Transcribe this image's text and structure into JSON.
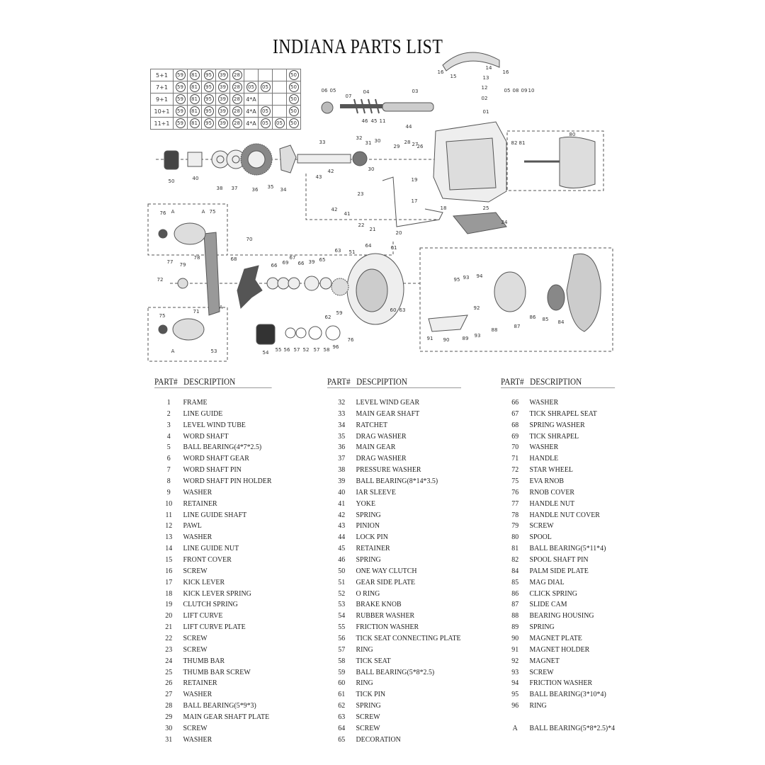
{
  "title": "INDIANA PARTS LIST",
  "combo_table": [
    {
      "label": "5+1",
      "cells": [
        "59",
        "81",
        "95",
        "39",
        "28",
        "",
        "",
        "",
        "50"
      ]
    },
    {
      "label": "7+1",
      "cells": [
        "59",
        "81",
        "95",
        "39",
        "28",
        "05",
        "05",
        "",
        "50"
      ]
    },
    {
      "label": "9+1",
      "cells": [
        "59",
        "81",
        "95",
        "39",
        "28",
        "4*A",
        "",
        "",
        "50"
      ]
    },
    {
      "label": "10+1",
      "cells": [
        "59",
        "81",
        "95",
        "39",
        "28",
        "4*A",
        "05",
        "",
        "50"
      ]
    },
    {
      "label": "11+1",
      "cells": [
        "59",
        "81",
        "95",
        "39",
        "28",
        "4*A",
        "05",
        "05",
        "50"
      ]
    }
  ],
  "callouts": [
    "16",
    "15",
    "14",
    "13",
    "16",
    "12",
    "02",
    "01",
    "05",
    "08",
    "09",
    "10",
    "06",
    "05",
    "07",
    "04",
    "03",
    "46",
    "45",
    "11",
    "44",
    "32",
    "31",
    "30",
    "29",
    "28",
    "27",
    "26",
    "80",
    "82",
    "81",
    "33",
    "42",
    "30",
    "19",
    "50",
    "40",
    "38",
    "37",
    "36",
    "35",
    "34",
    "43",
    "42",
    "41",
    "23",
    "22",
    "21",
    "20",
    "17",
    "18",
    "25",
    "24",
    "76",
    "A",
    "A",
    "75",
    "78",
    "77",
    "79",
    "72",
    "70",
    "68",
    "66",
    "69",
    "67",
    "66",
    "39",
    "65",
    "63",
    "51",
    "64",
    "61",
    "62",
    "59",
    "60",
    "63",
    "76",
    "75",
    "71",
    "A",
    "A",
    "53",
    "54",
    "55",
    "56",
    "57",
    "52",
    "57",
    "58",
    "96",
    "95",
    "93",
    "94",
    "92",
    "91",
    "90",
    "89",
    "93",
    "88",
    "87",
    "86",
    "85",
    "84"
  ],
  "parts_list": {
    "headers": [
      {
        "part": "PART#",
        "desc": "DESCRIPTION"
      },
      {
        "part": "PART#",
        "desc": "DESCPIPTION"
      },
      {
        "part": "PART#",
        "desc": "DESCRIPTION"
      }
    ],
    "columns": [
      [
        [
          "1",
          "FRAME"
        ],
        [
          "2",
          "LINE GUIDE"
        ],
        [
          "3",
          "LEVEL WIND TUBE"
        ],
        [
          "4",
          "WORD SHAFT"
        ],
        [
          "5",
          "BALL BEARING(4*7*2.5)"
        ],
        [
          "6",
          "WORD SHAFT GEAR"
        ],
        [
          "7",
          "WORD SHAFT PIN"
        ],
        [
          "8",
          "WORD SHAFT PIN HOLDER"
        ],
        [
          "9",
          "WASHER"
        ],
        [
          "10",
          "RETAINER"
        ],
        [
          "11",
          "LINE GUIDE SHAFT"
        ],
        [
          "12",
          "PAWL"
        ],
        [
          "13",
          "WASHER"
        ],
        [
          "14",
          "LINE GUIDE NUT"
        ],
        [
          "15",
          "FRONT COVER"
        ],
        [
          "16",
          "SCREW"
        ],
        [
          "17",
          "KICK LEVER"
        ],
        [
          "18",
          "KICK LEVER SPRING"
        ],
        [
          "19",
          "CLUTCH SPRING"
        ],
        [
          "20",
          "LIFT CURVE"
        ],
        [
          "21",
          "LIFT CURVE PLATE"
        ],
        [
          "22",
          "SCREW"
        ],
        [
          "23",
          "SCREW"
        ],
        [
          "24",
          "THUMB BAR"
        ],
        [
          "25",
          "THUMB BAR SCREW"
        ],
        [
          "26",
          "RETAINER"
        ],
        [
          "27",
          "WASHER"
        ],
        [
          "28",
          "BALL BEARING(5*9*3)"
        ],
        [
          "29",
          "MAIN GEAR SHAFT PLATE"
        ],
        [
          "30",
          "SCREW"
        ],
        [
          "31",
          "WASHER"
        ]
      ],
      [
        [
          "32",
          "LEVEL WIND GEAR"
        ],
        [
          "33",
          "MAIN GEAR SHAFT"
        ],
        [
          "34",
          "RATCHET"
        ],
        [
          "35",
          "DRAG WASHER"
        ],
        [
          "36",
          "MAIN GEAR"
        ],
        [
          "37",
          "DRAG WASHER"
        ],
        [
          "38",
          "PRESSURE WASHER"
        ],
        [
          "39",
          "BALL BEARING(8*14*3.5)"
        ],
        [
          "40",
          "IAR SLEEVE"
        ],
        [
          "41",
          "YOKE"
        ],
        [
          "42",
          "SPRING"
        ],
        [
          "43",
          "PINION"
        ],
        [
          "44",
          "LOCK PIN"
        ],
        [
          "45",
          "RETAINER"
        ],
        [
          "46",
          "SPRING"
        ],
        [
          "50",
          "ONE WAY CLUTCH"
        ],
        [
          "51",
          "GEAR SIDE PLATE"
        ],
        [
          "52",
          "O  RING"
        ],
        [
          "53",
          "BRAKE KNOB"
        ],
        [
          "54",
          "RUBBER WASHER"
        ],
        [
          "55",
          "FRICTION WASHER"
        ],
        [
          "56",
          "TICK SEAT CONNECTING PLATE"
        ],
        [
          "57",
          "RING"
        ],
        [
          "58",
          "TICK SEAT"
        ],
        [
          "59",
          "BALL BEARING(5*8*2.5)"
        ],
        [
          "60",
          "RING"
        ],
        [
          "61",
          "TICK PIN"
        ],
        [
          "62",
          "SPRING"
        ],
        [
          "63",
          "SCREW"
        ],
        [
          "64",
          "SCREW"
        ],
        [
          "65",
          "DECORATION"
        ]
      ],
      [
        [
          "66",
          "WASHER"
        ],
        [
          "67",
          "TICK SHRAPEL SEAT"
        ],
        [
          "68",
          "SPRING WASHER"
        ],
        [
          "69",
          "TICK SHRAPEL"
        ],
        [
          "70",
          "WASHER"
        ],
        [
          "71",
          "HANDLE"
        ],
        [
          "72",
          "STAR WHEEL"
        ],
        [
          "75",
          "EVA RNOB"
        ],
        [
          "76",
          "RNOB COVER"
        ],
        [
          "77",
          "HANDLE NUT"
        ],
        [
          "78",
          "HANDLE NUT COVER"
        ],
        [
          "79",
          "SCREW"
        ],
        [
          "80",
          "SPOOL"
        ],
        [
          "81",
          "BALL BEARING(5*11*4)"
        ],
        [
          "82",
          "SPOOL SHAFT PIN"
        ],
        [
          "84",
          "PALM SIDE PLATE"
        ],
        [
          "85",
          "MAG DIAL"
        ],
        [
          "86",
          "CLICK SPRING"
        ],
        [
          "87",
          "SLIDE CAM"
        ],
        [
          "88",
          "BEARING HOUSING"
        ],
        [
          "89",
          "SPRING"
        ],
        [
          "90",
          "MAGNET PLATE"
        ],
        [
          "91",
          "MAGNET HOLDER"
        ],
        [
          "92",
          "MAGNET"
        ],
        [
          "93",
          "SCREW"
        ],
        [
          "94",
          "FRICTION WASHER"
        ],
        [
          "95",
          "BALL BEARING(3*10*4)"
        ],
        [
          "96",
          "RING"
        ],
        [
          "",
          ""
        ],
        [
          "A",
          "BALL BEARING(5*8*2.5)*4"
        ]
      ]
    ]
  }
}
